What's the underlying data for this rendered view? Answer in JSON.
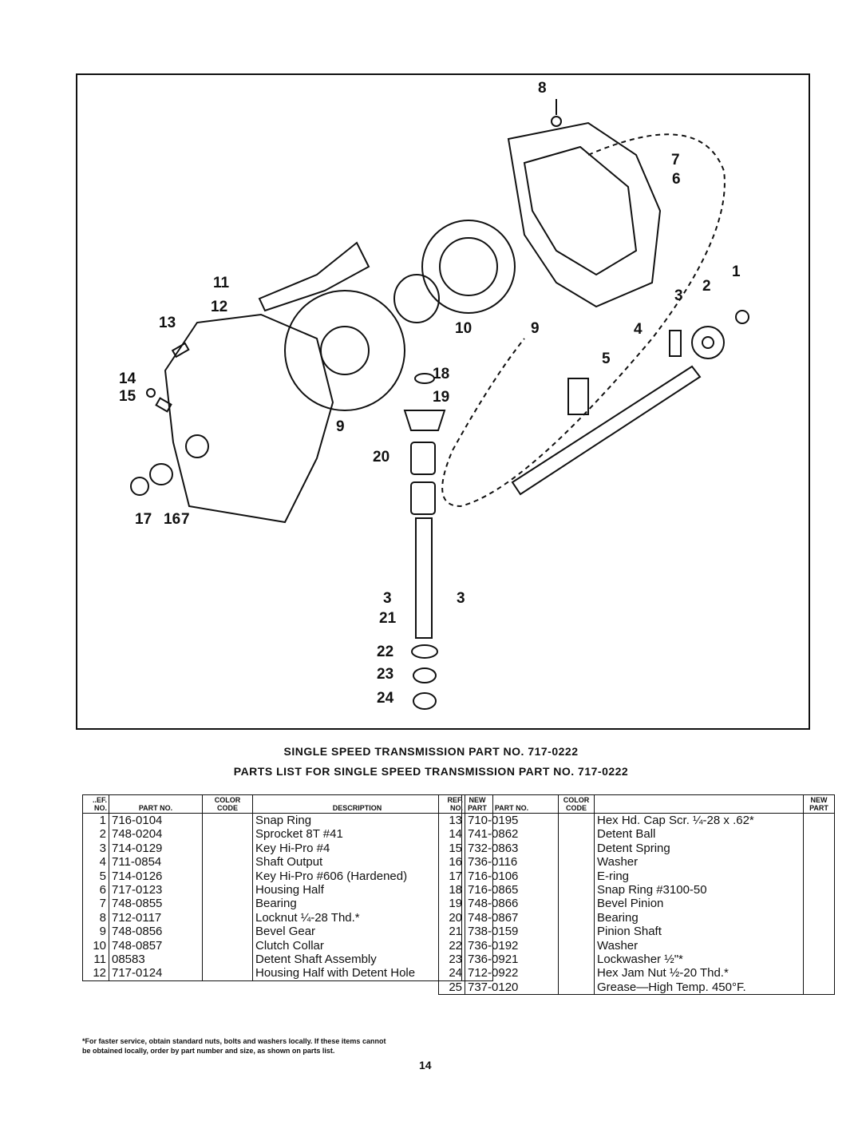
{
  "figure": {
    "callouts": [
      "8",
      "7",
      "6",
      "1",
      "3",
      "2",
      "11",
      "12",
      "13",
      "4",
      "5",
      "18",
      "19",
      "10",
      "9",
      "14",
      "15",
      "9",
      "20",
      "17",
      "16",
      "7",
      "3",
      "3",
      "21",
      "22",
      "23",
      "24"
    ]
  },
  "header": {
    "title1": "SINGLE SPEED TRANSMISSION PART NO. 717-0222",
    "title2": "PARTS LIST FOR SINGLE SPEED TRANSMISSION PART NO. 717-0222"
  },
  "table_headers": {
    "left": {
      "ref": "..EF. NO.",
      "part": "PART NO.",
      "color": "COLOR CODE",
      "desc": "DESCRIPTION",
      "new": "NEW PART"
    },
    "right": {
      "ref": "REF. NO.",
      "part": "PART NO.",
      "color": "COLOR CODE",
      "desc": "",
      "new": "NEW PART"
    }
  },
  "left_rows": [
    {
      "ref": "1",
      "part": "716-0104",
      "desc": "Snap Ring"
    },
    {
      "ref": "2",
      "part": "748-0204",
      "desc": "Sprocket 8T #41"
    },
    {
      "ref": "3",
      "part": "714-0129",
      "desc": "Key Hi-Pro #4"
    },
    {
      "ref": "4",
      "part": "711-0854",
      "desc": "Shaft Output"
    },
    {
      "ref": "5",
      "part": "714-0126",
      "desc": "Key Hi-Pro #606 (Hardened)"
    },
    {
      "ref": "6",
      "part": "717-0123",
      "desc": "Housing Half"
    },
    {
      "ref": "7",
      "part": "748-0855",
      "desc": "Bearing"
    },
    {
      "ref": "8",
      "part": "712-0117",
      "desc": "Locknut ¼-28 Thd.*"
    },
    {
      "ref": "9",
      "part": "748-0856",
      "desc": "Bevel Gear"
    },
    {
      "ref": "10",
      "part": "748-0857",
      "desc": "Clutch Collar"
    },
    {
      "ref": "11",
      "part": "08583",
      "desc": "Detent Shaft Assembly"
    },
    {
      "ref": "12",
      "part": "717-0124",
      "desc": "Housing Half with Detent Hole"
    }
  ],
  "right_rows": [
    {
      "ref": "13",
      "part": "710-0195",
      "desc": "Hex Hd. Cap Scr. ¼-28 x .62*"
    },
    {
      "ref": "14",
      "part": "741-0862",
      "desc": "Detent Ball"
    },
    {
      "ref": "15",
      "part": "732-0863",
      "desc": "Detent Spring"
    },
    {
      "ref": "16",
      "part": "736-0116",
      "desc": "Washer"
    },
    {
      "ref": "17",
      "part": "716-0106",
      "desc": "E-ring"
    },
    {
      "ref": "18",
      "part": "716-0865",
      "desc": "Snap Ring #3100-50"
    },
    {
      "ref": "19",
      "part": "748-0866",
      "desc": "Bevel Pinion"
    },
    {
      "ref": "20",
      "part": "748-0867",
      "desc": "Bearing"
    },
    {
      "ref": "21",
      "part": "738-0159",
      "desc": "Pinion Shaft"
    },
    {
      "ref": "22",
      "part": "736-0192",
      "desc": "Washer"
    },
    {
      "ref": "23",
      "part": "736-0921",
      "desc": "Lockwasher ½\"*"
    },
    {
      "ref": "24",
      "part": "712-0922",
      "desc": "Hex Jam Nut ½-20 Thd.*"
    },
    {
      "ref": "25",
      "part": "737-0120",
      "desc": "Grease—High Temp. 450°F."
    }
  ],
  "footnote": {
    "line1": "*For faster service, obtain standard nuts, bolts and washers locally. If these items cannot",
    "line2": "be obtained locally, order by part number and size, as shown on parts list."
  },
  "page_number": "14"
}
